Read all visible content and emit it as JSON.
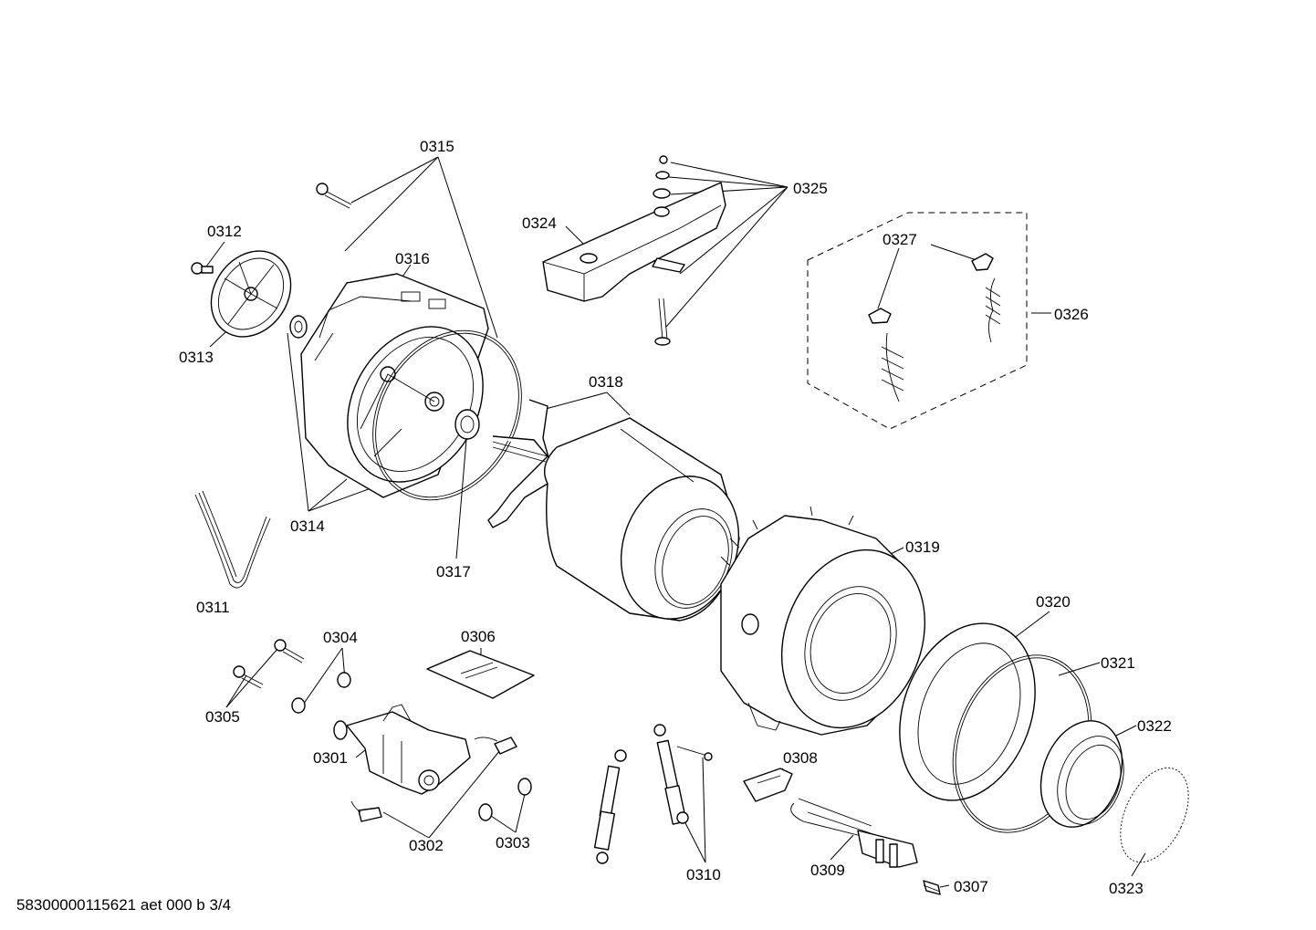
{
  "diagram": {
    "labels": {
      "p0301": "0301",
      "p0302": "0302",
      "p0303": "0303",
      "p0304": "0304",
      "p0305": "0305",
      "p0306": "0306",
      "p0307": "0307",
      "p0308": "0308",
      "p0309": "0309",
      "p0310": "0310",
      "p0311": "0311",
      "p0312": "0312",
      "p0313": "0313",
      "p0314": "0314",
      "p0315": "0315",
      "p0316": "0316",
      "p0317": "0317",
      "p0318": "0318",
      "p0319": "0319",
      "p0320": "0320",
      "p0321": "0321",
      "p0322": "0322",
      "p0323": "0323",
      "p0324": "0324",
      "p0325": "0325",
      "p0326": "0326",
      "p0327": "0327"
    },
    "footer": "58300000115621 aet 000 b 3/4"
  }
}
